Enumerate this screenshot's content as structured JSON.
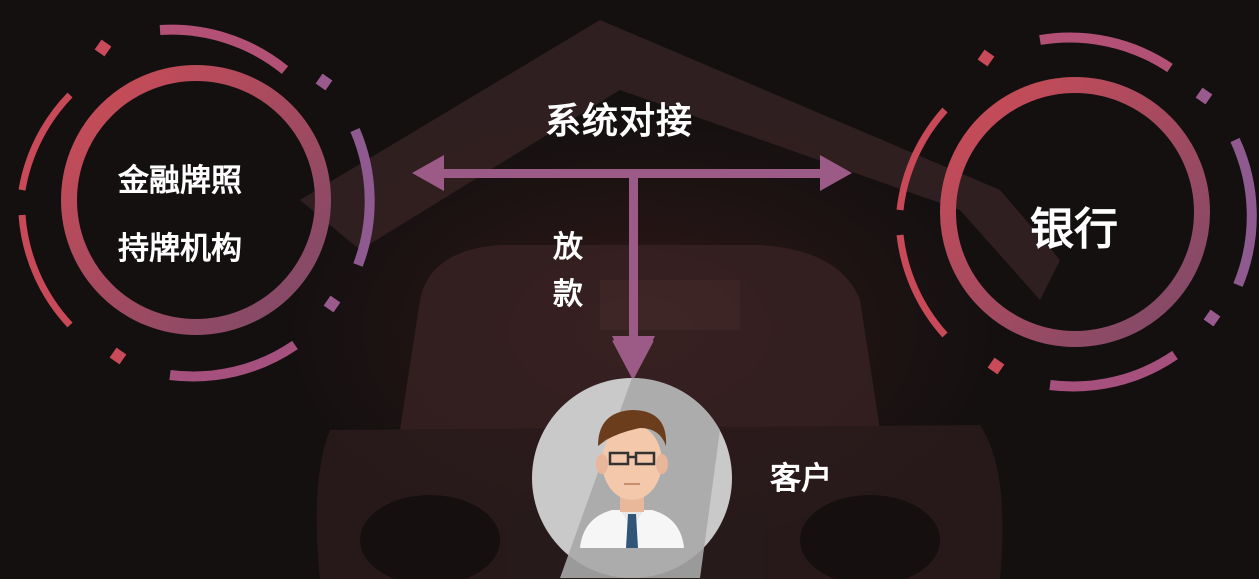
{
  "diagram": {
    "system_connect_label": "系统对接",
    "lending_label": "放款",
    "financial_institution": {
      "line1": "金融牌照",
      "line2": "持牌机构"
    },
    "bank_label": "银行",
    "customer_label": "客户"
  },
  "colors": {
    "background": "#141010",
    "ring_red": "#c4495a",
    "ring_purple": "#9a5a8e",
    "arrow": "#9c5a87",
    "avatar_circle": "#c9c9c9"
  },
  "icons": [
    "car-silhouette-icon",
    "customer-avatar-icon",
    "double-arrow-icon",
    "down-arrow-icon"
  ]
}
